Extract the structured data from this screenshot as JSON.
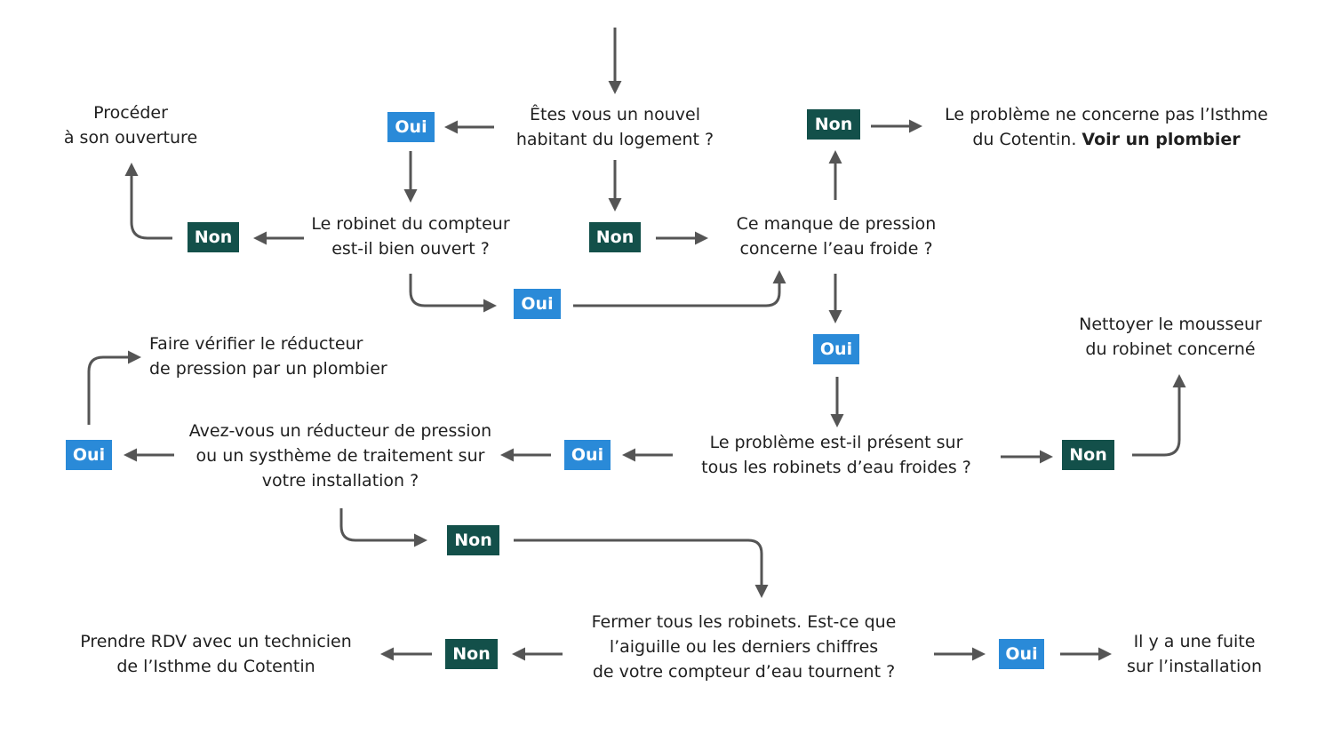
{
  "colors": {
    "oui": "#2a8ad8",
    "non": "#13504a",
    "arrow": "#555555",
    "text": "#1f1f1f"
  },
  "labels": {
    "oui": "Oui",
    "non": "Non"
  },
  "nodes": {
    "proceder": [
      "Procéder",
      "à son ouverture"
    ],
    "nouvel_habitant": [
      "Êtes vous un nouvel",
      "habitant du logement ?"
    ],
    "pas_isthme_line1": "Le problème ne concerne pas l’Isthme",
    "pas_isthme_line2_prefix": "du Cotentin.",
    "pas_isthme_line2_bold": "Voir un plombier",
    "robinet_compteur": [
      "Le robinet du compteur",
      "est-il bien ouvert ?"
    ],
    "manque_pression": [
      "Ce manque de pression",
      "concerne l’eau froide ?"
    ],
    "nettoyer": [
      "Nettoyer le mousseur",
      "du robinet concerné"
    ],
    "reducteur": [
      "Faire vérifier le réducteur",
      "de pression par un plombier"
    ],
    "avez_vous": [
      "Avez-vous un réducteur de pression",
      "ou un systhème de traitement sur",
      "votre installation ?"
    ],
    "probleme_present": [
      "Le problème est-il présent sur",
      "tous les robinets d’eau froides ?"
    ],
    "rdv": [
      "Prendre RDV avec un technicien",
      "de l’Isthme du Cotentin"
    ],
    "fermer": [
      "Fermer tous les robinets. Est-ce que",
      "l’aiguille ou les derniers chiffres",
      "de votre compteur d’eau tournent ?"
    ],
    "fuite": [
      "Il y a une fuite",
      "sur l’installation"
    ]
  }
}
